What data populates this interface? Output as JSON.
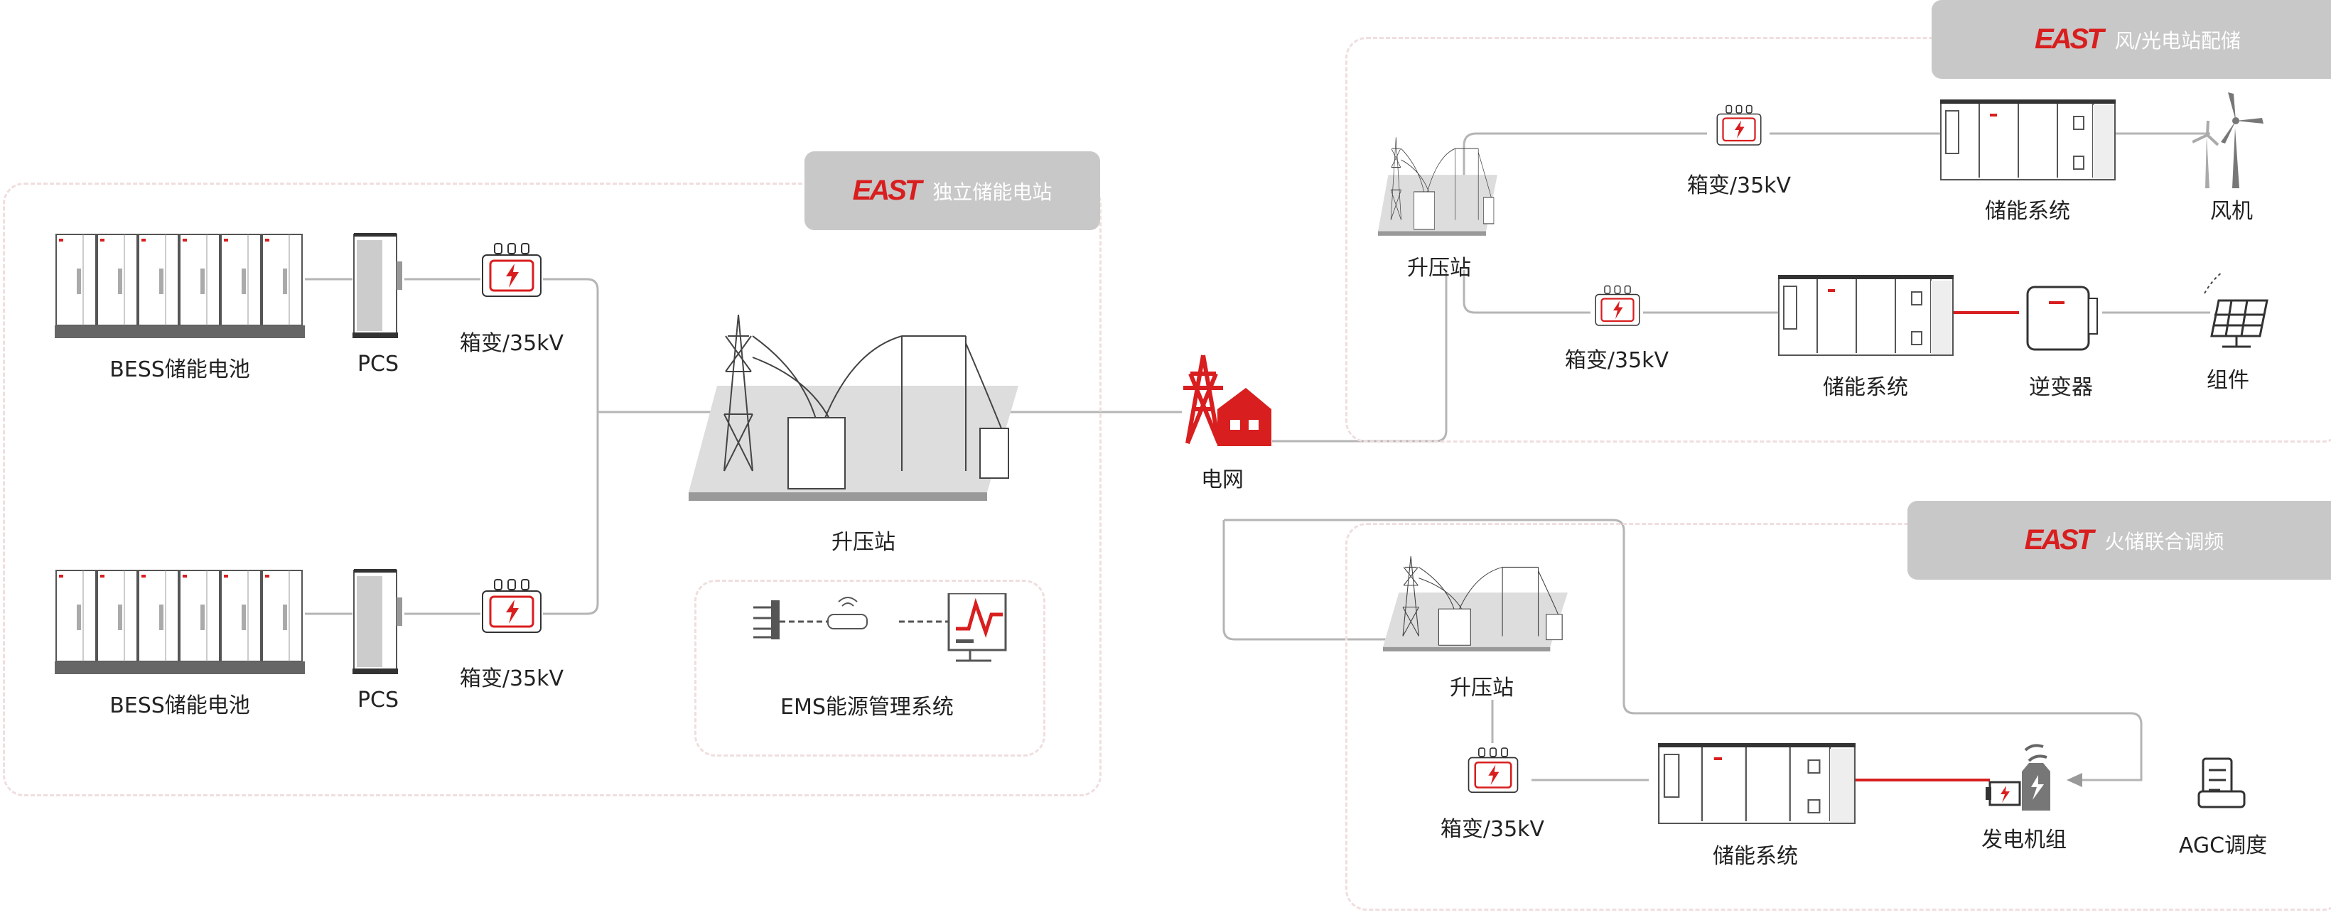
{
  "brand": "EAST",
  "colors": {
    "accent": "#d81e1e",
    "line": "#b5b5b5",
    "tag_bg": "#c8c8c8",
    "dash": "#f0dede"
  },
  "sections": {
    "independent": {
      "title": "独立储能电站",
      "battery_label": "BESS储能电池",
      "pcs_label": "PCS",
      "transformer_label": "箱变/35kV",
      "substation_label": "升压站",
      "ems_label": "EMS能源管理系统"
    },
    "grid": {
      "label": "电网"
    },
    "renewable": {
      "title": "风/光电站配储",
      "substation_label": "升压站",
      "transformer_label": "箱变/35kV",
      "storage_label": "储能系统",
      "wind_label": "风机",
      "inverter_label": "逆变器",
      "pv_label": "组件"
    },
    "thermal": {
      "title": "火储联合调频",
      "substation_label": "升压站",
      "transformer_label": "箱变/35kV",
      "storage_label": "储能系统",
      "generator_label": "发电机组",
      "agc_label": "AGC调度"
    }
  }
}
